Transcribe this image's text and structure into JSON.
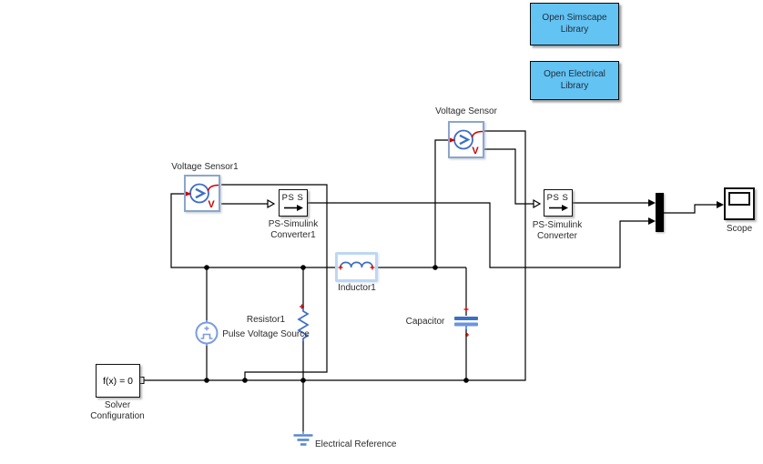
{
  "canvas": {
    "background": "#ffffff"
  },
  "colors": {
    "wire": "#000000",
    "symbol_blue": "#3c6fc4",
    "sensor_border_blue": "#8ba6cc",
    "source_light_blue": "#7b9ce0",
    "inductor_highlight_blue": "#bdd7f3",
    "ground_blue": "#5b87d0",
    "port_marker_red": "#cc0000",
    "button_fill": "#63c3f2",
    "label_text": "#2b2b2b"
  },
  "library_buttons": [
    {
      "label": "Open Simscape\nLibrary"
    },
    {
      "label": "Open Electrical\nLibrary"
    }
  ],
  "blocks": {
    "voltage_sensor1": {
      "label": "Voltage Sensor1",
      "port_letter": "V"
    },
    "voltage_sensor": {
      "label": "Voltage Sensor",
      "port_letter": "V"
    },
    "ps_simulink_converter1": {
      "label": "PS-Simulink\nConverter1",
      "body_text": "PS S"
    },
    "ps_simulink_converter": {
      "label": "PS-Simulink\nConverter",
      "body_text": "PS S"
    },
    "inductor1": {
      "label": "Inductor1"
    },
    "capacitor": {
      "label": "Capacitor"
    },
    "resistor1": {
      "label": "Resistor1"
    },
    "pulse_voltage_source": {
      "label": "Pulse Voltage Source"
    },
    "solver_configuration": {
      "label": "Solver\nConfiguration",
      "body_text": "f(x) = 0"
    },
    "electrical_reference": {
      "label": "Electrical Reference"
    },
    "scope": {
      "label": "Scope"
    }
  }
}
